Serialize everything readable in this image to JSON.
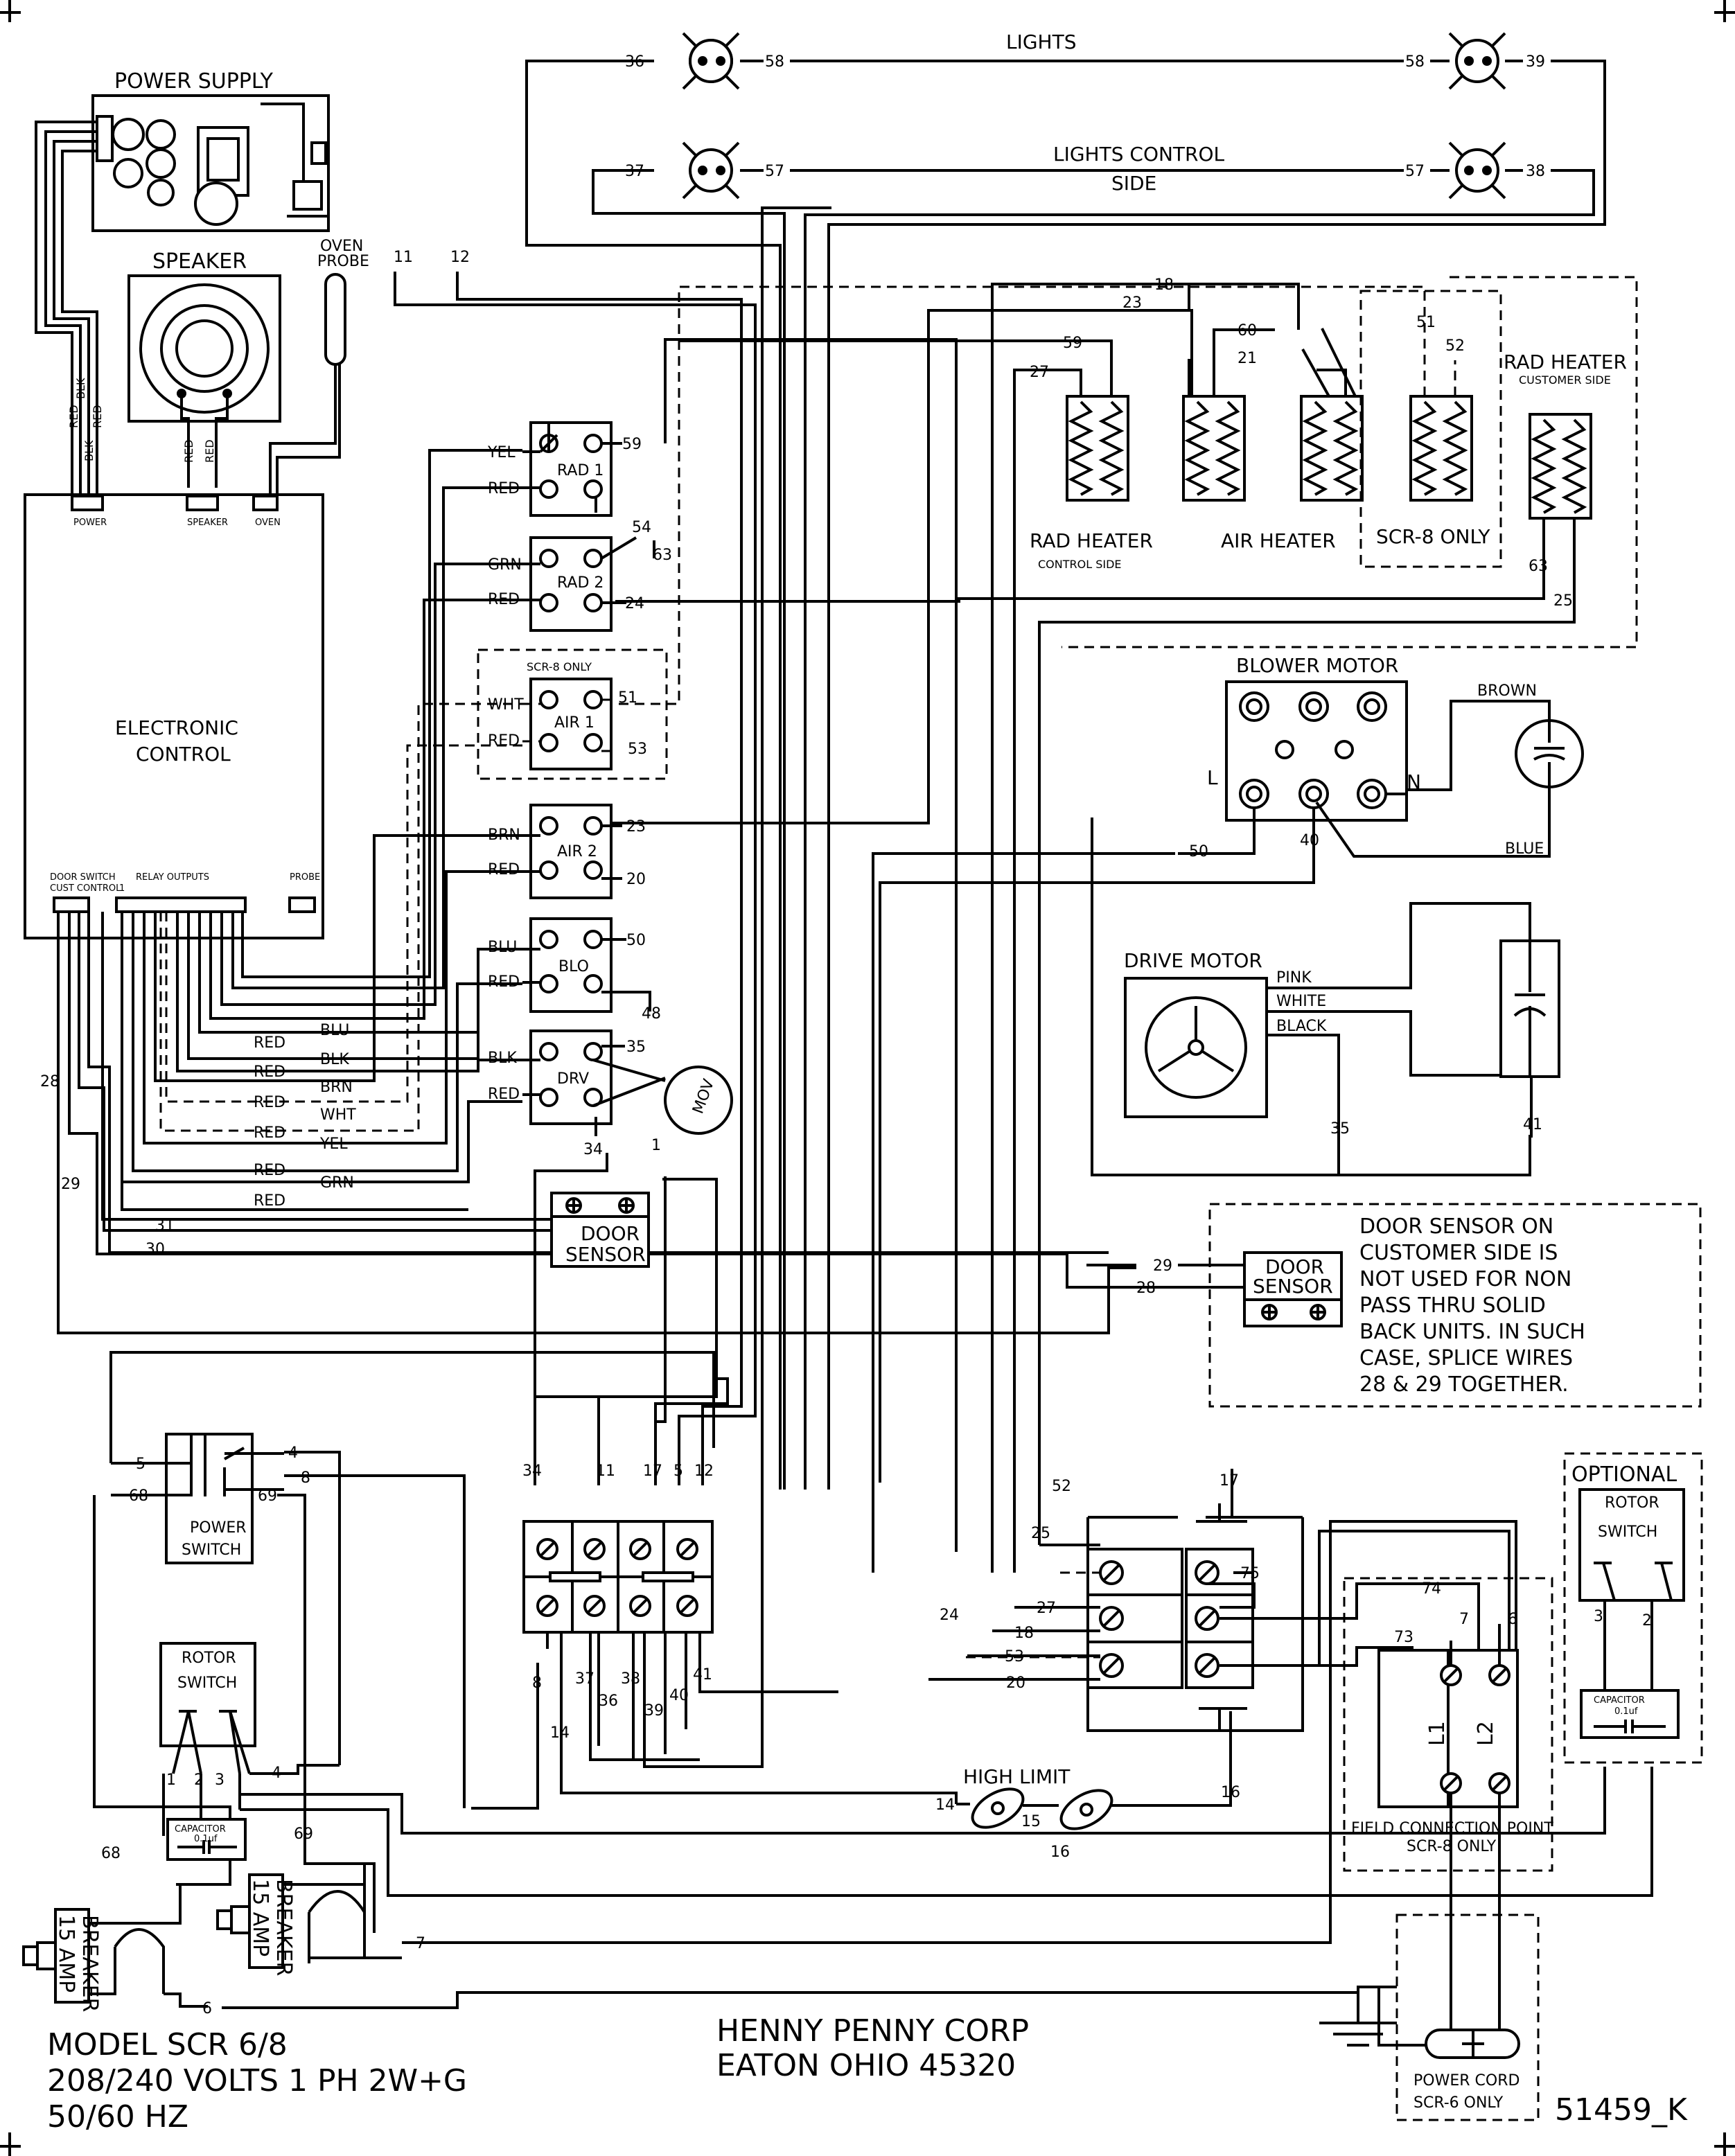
{
  "labels": {
    "power_supply": "POWER SUPPLY",
    "speaker": "SPEAKER",
    "oven": "OVEN",
    "probe": "PROBE",
    "electronic": "ELECTRONIC",
    "control": "CONTROL",
    "lights": "LIGHTS",
    "lights_control": "LIGHTS CONTROL",
    "side": "SIDE",
    "rad_heater": "RAD HEATER",
    "control_side": "CONTROL SIDE",
    "air_heater": "AIR HEATER",
    "scr8_only": "SCR-8 ONLY",
    "customer_side": "CUSTOMER SIDE",
    "blower_motor": "BLOWER MOTOR",
    "drive_motor": "DRIVE MOTOR",
    "door": "DOOR",
    "sensor": "SENSOR",
    "power": "POWER",
    "switch": "SWITCH",
    "rotor": "ROTOR",
    "capacitor": "CAPACITOR",
    "cap_value": "0.1uf",
    "amp_15": "15 AMP",
    "breaker": "BREAKER",
    "high_limit": "HIGH LIMIT",
    "optional": "OPTIONAL",
    "field_connection_point": "FIELD CONNECTION POINT",
    "power_cord": "POWER CORD",
    "scr6_only": "SCR-6 ONLY",
    "mov": "MOV",
    "brown": "BROWN",
    "blue": "BLUE",
    "pink": "PINK",
    "white": "WHITE",
    "black": "BLACK",
    "L": "L",
    "N": "N",
    "L1": "L1",
    "L2": "L2",
    "conn_power": "POWER",
    "conn_speaker": "SPEAKER",
    "conn_oven": "OVEN",
    "door_switch": "DOOR SWITCH",
    "cust_control": "CUST CONTROL",
    "relay_outputs": "RELAY OUTPUTS",
    "probe_small": "PROBE",
    "relay_1": "1"
  },
  "relays": [
    "RAD 1",
    "RAD 2",
    "AIR 1",
    "AIR 2",
    "BLO",
    "DRV"
  ],
  "relay_scr8": "SCR-8 ONLY",
  "wire_colors": {
    "yel": "YEL",
    "red": "RED",
    "grn": "GRN",
    "wht": "WHT",
    "brn": "BRN",
    "blu": "BLU",
    "blk": "BLK"
  },
  "wire_numbers": {
    "n1": "1",
    "n2": "2",
    "n3": "3",
    "n4": "4",
    "n5": "5",
    "n6": "6",
    "n7": "7",
    "n8": "8",
    "n11": "11",
    "n12": "12",
    "n14": "14",
    "n15": "15",
    "n16": "16",
    "n17": "17",
    "n18": "18",
    "n20": "20",
    "n21": "21",
    "n23": "23",
    "n24": "24",
    "n25": "25",
    "n27": "27",
    "n28": "28",
    "n29": "29",
    "n30": "30",
    "n31": "31",
    "n34": "34",
    "n35": "35",
    "n36": "36",
    "n37": "37",
    "n38": "38",
    "n39": "39",
    "n40": "40",
    "n41": "41",
    "n48": "48",
    "n50": "50",
    "n51": "51",
    "n52": "52",
    "n53": "53",
    "n54": "54",
    "n57": "57",
    "n58": "58",
    "n59": "59",
    "n60": "60",
    "n63": "63",
    "n68": "68",
    "n69": "69",
    "n73": "73",
    "n74": "74",
    "n75": "75"
  },
  "note_lines": [
    "DOOR SENSOR ON",
    "CUSTOMER SIDE IS",
    "NOT USED FOR NON",
    "PASS THRU SOLID",
    "BACK UNITS. IN SUCH",
    "CASE, SPLICE WIRES",
    "28 & 29 TOGETHER."
  ],
  "title_block": {
    "model": "MODEL SCR 6/8",
    "voltage": "208/240 VOLTS 1 PH 2W+G",
    "hz": "50/60 HZ",
    "company": "HENNY PENNY CORP",
    "address": "EATON OHIO 45320",
    "drawing_no": "51459_K"
  }
}
